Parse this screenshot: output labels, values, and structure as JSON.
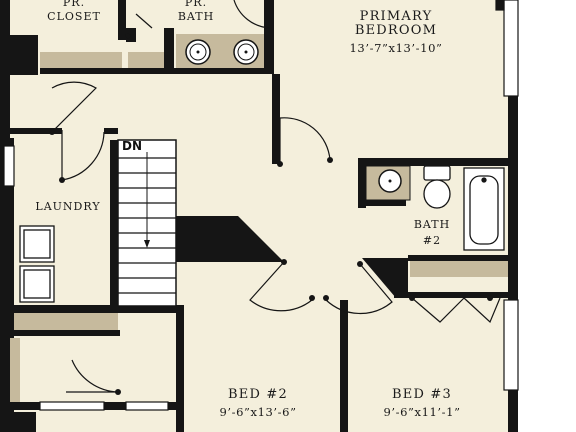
{
  "plan": {
    "colors": {
      "wall": "#151515",
      "floor": "#f4efdc",
      "cabinet": "#c6ba9d",
      "background": "#ffffff"
    },
    "labels": {
      "pr_closet_line1": "PR.",
      "pr_closet_line2": "CLOSET",
      "pr_bath_line1": "PR.",
      "pr_bath_line2": "BATH",
      "primary_bedroom_line1": "PRIMARY",
      "primary_bedroom_line2": "BEDROOM",
      "primary_bedroom_dim": "13’-7”x13’-10”",
      "laundry": "LAUNDRY",
      "bath2_line1": "BATH",
      "bath2_line2": "#2",
      "stair_dn": "DN",
      "bed2": "BED #2",
      "bed2_dim": "9’-6”x13’-6”",
      "bed3": "BED #3",
      "bed3_dim": "9’-6”x11’-1”"
    },
    "fixtures": [
      "sink-icon",
      "sink-icon",
      "sink-icon",
      "toilet-icon",
      "bathtub-icon",
      "washer-icon",
      "dryer-icon"
    ]
  }
}
